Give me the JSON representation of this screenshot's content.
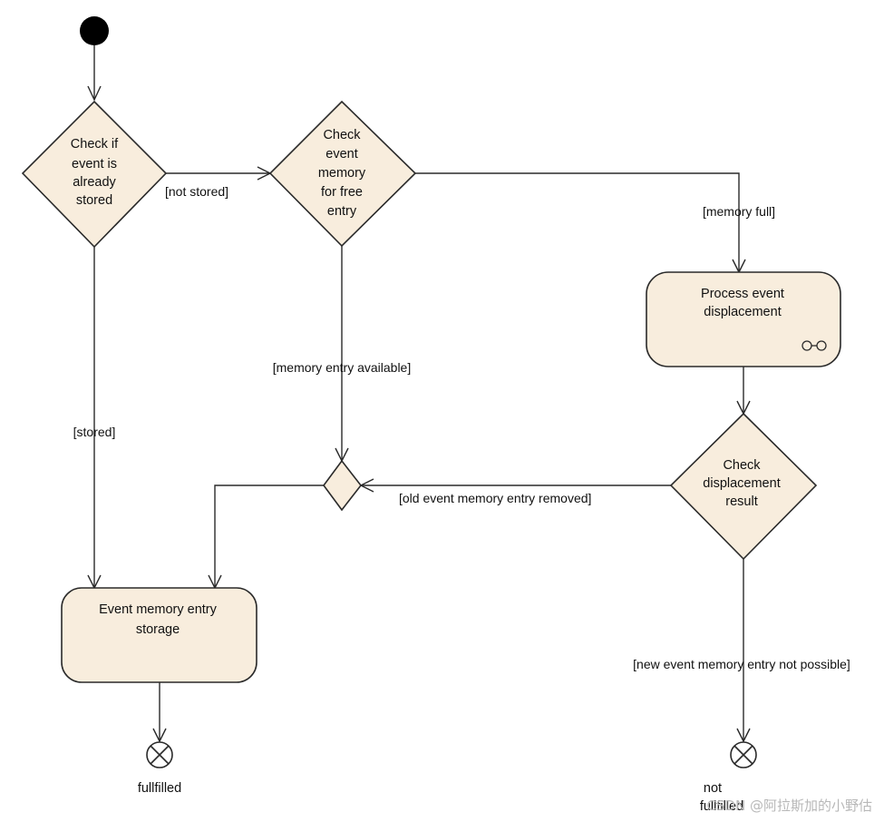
{
  "nodes": {
    "check_stored": [
      "Check if",
      "event is",
      "already",
      "stored"
    ],
    "check_free": [
      "Check",
      "event",
      "memory",
      "for free",
      "entry"
    ],
    "process_displacement": [
      "Process event",
      "displacement"
    ],
    "check_displacement": [
      "Check",
      "displacement",
      "result"
    ],
    "event_storage": [
      "Event memory entry",
      "storage"
    ]
  },
  "guards": {
    "not_stored": "[not stored]",
    "memory_full": "[memory full]",
    "memory_available": "[memory entry available]",
    "stored": "[stored]",
    "old_removed": "[old event memory entry removed]",
    "not_possible": "[new event memory entry not possible]"
  },
  "finals": {
    "fulfilled": "fullfilled",
    "not_fulfilled": [
      "not",
      "fullfilled"
    ]
  },
  "watermark": "CSDN @阿拉斯加的小野估",
  "colors": {
    "node_fill": "#f8eddd",
    "stroke": "#2a2a2a",
    "initial": "#000000"
  }
}
